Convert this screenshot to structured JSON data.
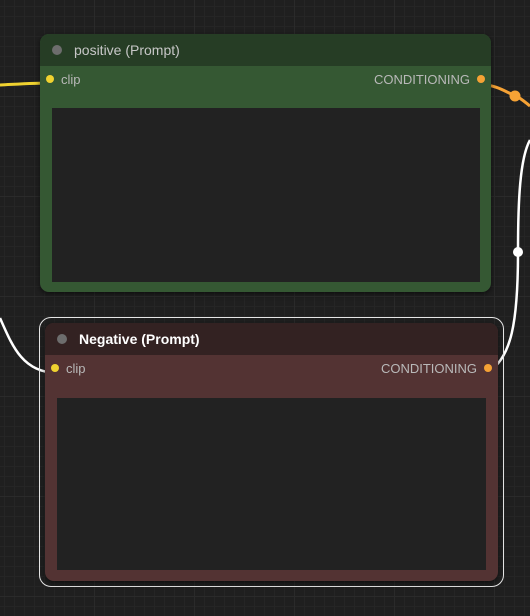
{
  "nodes": {
    "positive": {
      "title": "positive (Prompt)",
      "input_label": "clip",
      "output_label": "CONDITIONING",
      "text_value": ""
    },
    "negative": {
      "title": "Negative (Prompt)",
      "input_label": "clip",
      "output_label": "CONDITIONING",
      "text_value": ""
    }
  },
  "colors": {
    "positive_body": "#355833",
    "positive_header": "#263d25",
    "negative_body": "#533333",
    "negative_header": "#332222",
    "clip_slot": "#f0d230",
    "conditioning_slot": "#f5a235",
    "link_clip": "#f0d230",
    "link_conditioning": "#f5a235",
    "link_selected": "#ffffff"
  },
  "icons": {
    "collapse": "collapse-dot-icon",
    "input_slot": "input-slot-dot-icon",
    "output_slot": "output-slot-dot-icon",
    "reroute": "reroute-dot-icon"
  }
}
